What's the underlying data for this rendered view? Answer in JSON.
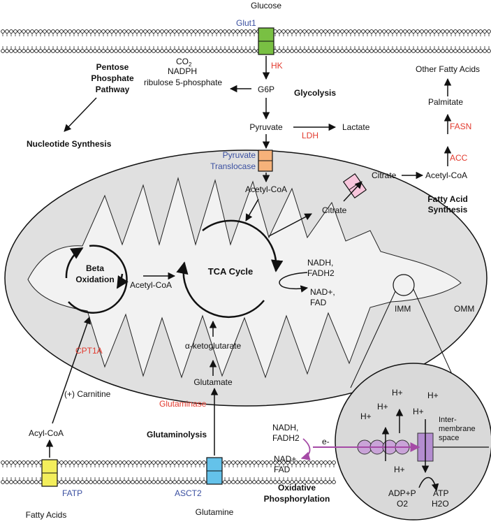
{
  "colors": {
    "enzyme": "#e23a2e",
    "transporter": "#3a4fa0",
    "glut1_box": "#79c043",
    "pyruvate_translocase_box": "#f6b27a",
    "citrate_transporter_box": "#f8c6dc",
    "fatp_box": "#f3ee5c",
    "asct2_box": "#64c2ea",
    "electron_transport": "#c9a4d8",
    "electron_arrow": "#a54aa6",
    "mitochondrion_outer": "#e0e0e0",
    "mitochondrion_matrix": "#f2f2f2"
  },
  "glycolysis": {
    "glucose": "Glucose",
    "glut1": "Glut1",
    "hk": "HK",
    "g6p": "G6P",
    "title": "Glycolysis",
    "pyruvate": "Pyruvate",
    "ldh": "LDH",
    "lactate": "Lactate"
  },
  "ppp": {
    "title_line1": "Pentose",
    "title_line2": "Phosphate",
    "title_line3": "Pathway",
    "co2": "CO",
    "co2_sub": "2",
    "nadph": "NADPH",
    "ribulose": "ribulose 5-phosphate",
    "nucleotide": "Nucleotide Synthesis"
  },
  "fatty_acid_synthesis": {
    "other": "Other Fatty Acids",
    "palmitate": "Palmitate",
    "fasn": "FASN",
    "acc": "ACC",
    "acetyl_coa": "Acetyl-CoA",
    "citrate": "Citrate",
    "title_line1": "Fatty Acid",
    "title_line2": "Synthesis"
  },
  "mito": {
    "pyruvate_translocase_line1": "Pyruvate",
    "pyruvate_translocase_line2": "Translocase",
    "acetyl_coa_top": "Acetyl-CoA",
    "citrate": "Citrate",
    "tca": "TCA Cycle",
    "beta_line1": "Beta",
    "beta_line2": "Oxidation",
    "acetyl_coa_mid": "Acetyl-CoA",
    "nadh_fadh2_line1": "NADH,",
    "nadh_fadh2_line2": "FADH2",
    "nad_fad_line1": "NAD+,",
    "nad_fad_line2": "FAD",
    "imm": "IMM",
    "omm": "OMM",
    "cpt1a": "CPT1A",
    "alpha_kg": "α-ketoglutarate",
    "glutamate": "Glutamate"
  },
  "lower": {
    "carnitine": "(+) Carnitine",
    "glutaminase": "Glutaminase",
    "acyl_coa": "Acyl-CoA",
    "glutaminolysis": "Glutaminolysis",
    "fatp": "FATP",
    "asct2": "ASCT2",
    "fatty_acids": "Fatty Acids",
    "glutamine": "Glutamine"
  },
  "oxphos": {
    "nadh_line1": "NADH,",
    "nadh_line2": "FADH2",
    "nad_line1": "NAD+,",
    "nad_line2": "FAD",
    "electron": "e-",
    "title_line1": "Oxidative",
    "title_line2": "Phosphorylation",
    "hplus": "H+",
    "intermembrane_line1": "Inter-",
    "intermembrane_line2": "membrane",
    "intermembrane_line3": "space",
    "adp_line1": "ADP+P",
    "adp_line2": "O2",
    "atp_line1": "ATP",
    "atp_line2": "H2O"
  }
}
